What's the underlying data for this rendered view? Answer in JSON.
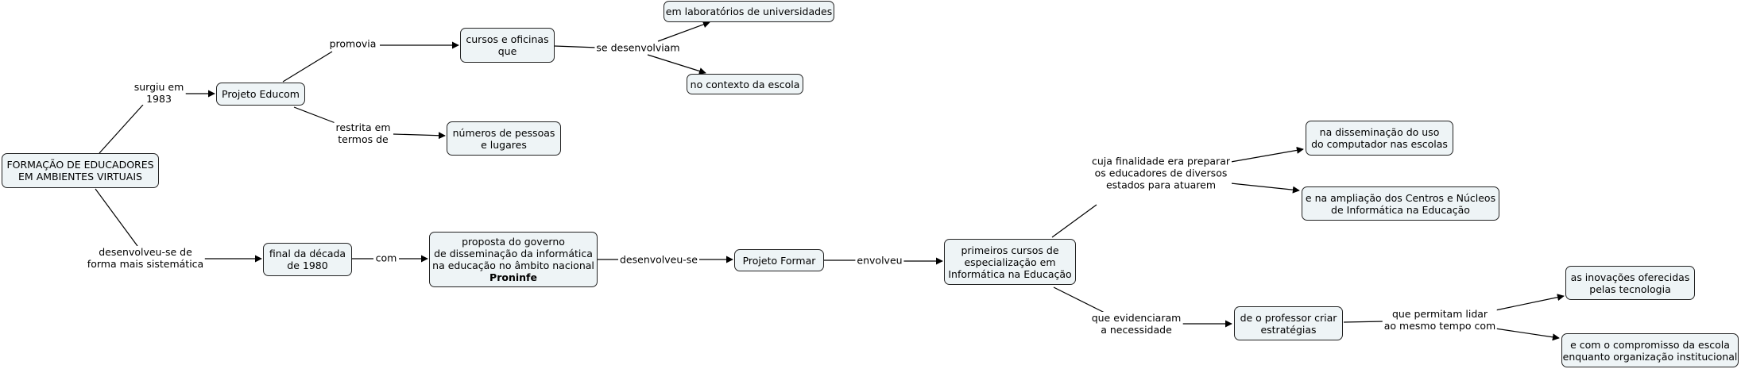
{
  "nodes": {
    "root": [
      "FORMAÇÃO DE EDUCADORES",
      "EM AMBIENTES VIRTUAIS"
    ],
    "educom": [
      "Projeto Educom"
    ],
    "cursos": [
      "cursos e oficinas",
      "que"
    ],
    "labs": [
      "em laboratórios de universidades"
    ],
    "contexto": [
      "no contexto da escola"
    ],
    "numeros": [
      "números de pessoas",
      "e lugares"
    ],
    "final": [
      "final da década",
      "de 1980"
    ],
    "proposta": [
      "proposta do governo",
      "de disseminação da informática",
      "na educação no âmbito nacional"
    ],
    "proposta_bold": "Proninfe",
    "formar": [
      "Projeto Formar"
    ],
    "primeiros": [
      "primeiros cursos de",
      "especialização em",
      "Informática na Educação"
    ],
    "disseminacao": [
      "na disseminação do uso",
      "do computador nas escolas"
    ],
    "ampliacao": [
      "e na ampliação dos Centros e Núcleos",
      "de Informática na Educação"
    ],
    "professor": [
      "de o professor criar",
      "estratégias"
    ],
    "inovacoes": [
      "as inovações oferecidas",
      "pelas tecnologia"
    ],
    "compromisso": [
      "e com o compromisso da escola",
      "enquanto organização institucional"
    ]
  },
  "labels": {
    "surgiu": [
      "surgiu em",
      "1983"
    ],
    "promovia": [
      "promovia"
    ],
    "desenvolviam": [
      "se desenvolviam"
    ],
    "restrita": [
      "restrita em",
      "termos de"
    ],
    "desenvolveu_sistematica": [
      "desenvolveu-se de",
      "forma mais sistemática"
    ],
    "com": [
      "com"
    ],
    "desenvolveu": [
      "desenvolveu-se"
    ],
    "envolveu": [
      "envolveu"
    ],
    "finalidade": [
      "cuja finalidade era preparar",
      "os educadores de diversos",
      "estados para atuarem"
    ],
    "evidenciaram": [
      "que evidenciaram",
      "a necessidade"
    ],
    "permitam": [
      "que permitam lidar",
      "ao mesmo tempo com"
    ]
  }
}
